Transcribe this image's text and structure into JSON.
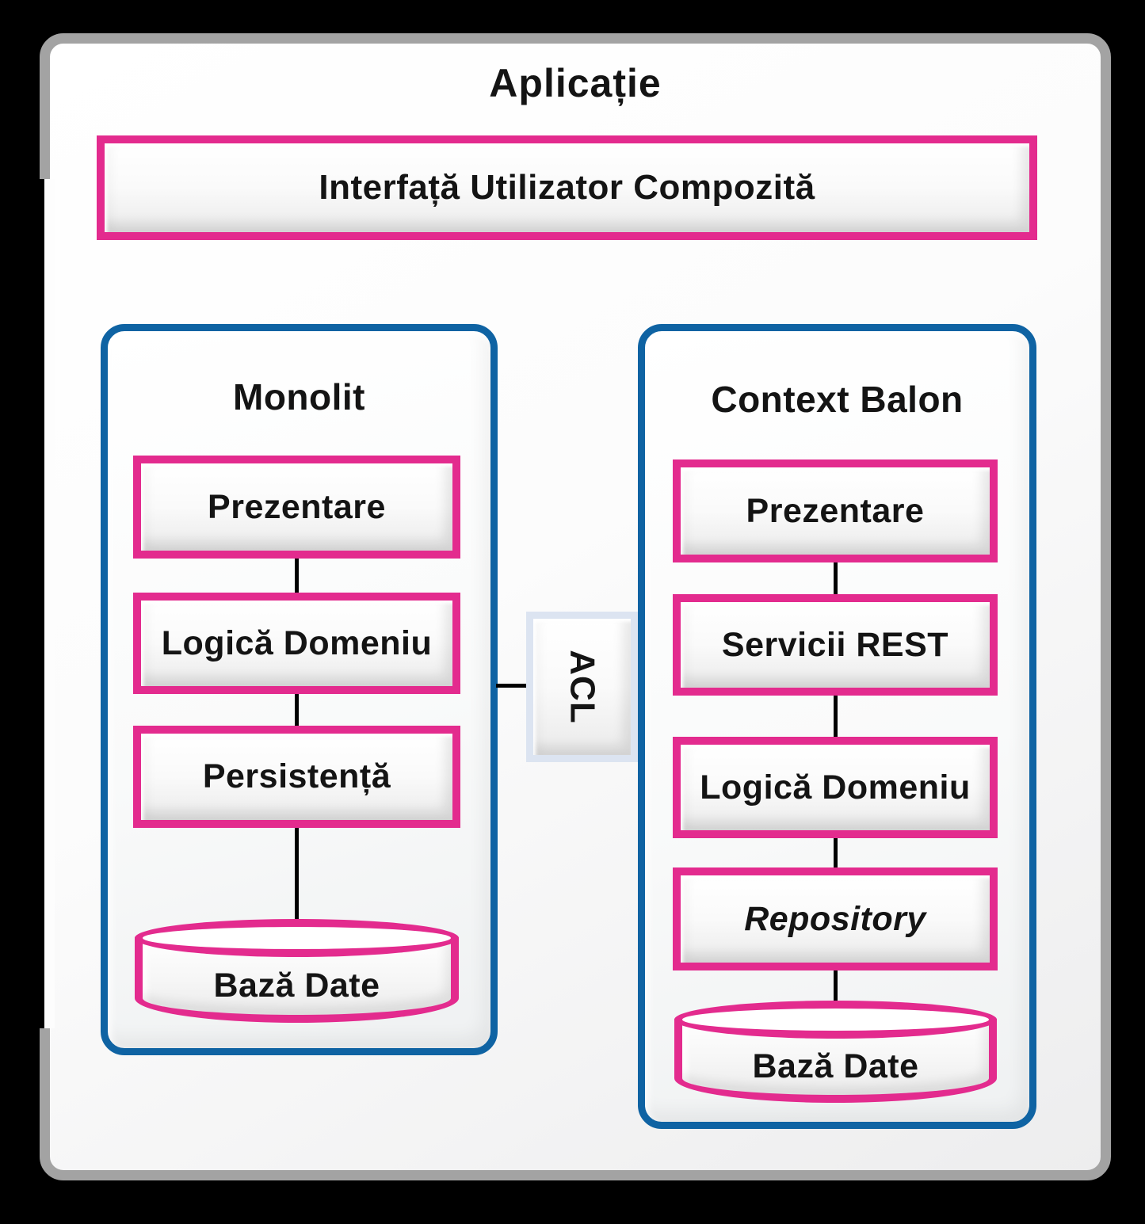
{
  "diagram": {
    "title": "Aplicație",
    "composite_ui": {
      "label": "Interfață Utilizator Compozită"
    },
    "acl": {
      "label": "ACL"
    },
    "monolith": {
      "title": "Monolit",
      "layers": [
        "Prezentare",
        "Logică Domeniu",
        "Persistență"
      ],
      "database": "Bază Date"
    },
    "context_bubble": {
      "title": "Context Balon",
      "layers": [
        "Prezentare",
        "Servicii REST",
        "Logică Domeniu",
        "Repository"
      ],
      "database": "Bază Date"
    },
    "colors": {
      "layer_border_pink": "#e32b8e",
      "container_border_blue": "#0f63a3",
      "outer_border_gray": "#a3a3a3",
      "acl_border": "#dce4f1",
      "connector": "#000000",
      "page_background": "#000000"
    }
  }
}
